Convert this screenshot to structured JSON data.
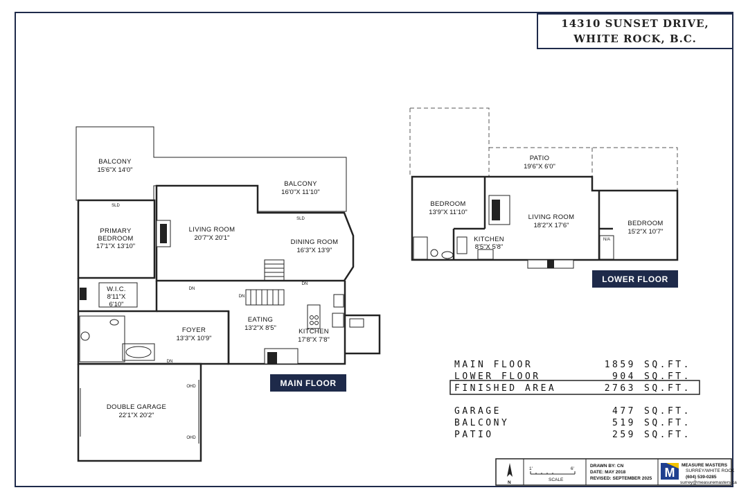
{
  "address": {
    "line1": "14310 SUNSET DRIVE,",
    "line2": "WHITE ROCK, B.C."
  },
  "main_floor": {
    "badge": "MAIN FLOOR",
    "rooms": [
      {
        "id": "balcony-1",
        "name": "BALCONY",
        "dims": "15'6\"X 14'0\""
      },
      {
        "id": "balcony-2",
        "name": "BALCONY",
        "dims": "16'0\"X 11'10\""
      },
      {
        "id": "primary-bedroom",
        "name": "PRIMARY",
        "name2": "BEDROOM",
        "dims": "17'1\"X 13'10\""
      },
      {
        "id": "living-room",
        "name": "LIVING ROOM",
        "dims": "20'7\"X 20'1\""
      },
      {
        "id": "dining-room",
        "name": "DINING ROOM",
        "dims": "16'3\"X 13'9\""
      },
      {
        "id": "wic",
        "name": "W.I.C.",
        "dims": "8'11\"X",
        "dims2": "6'10\""
      },
      {
        "id": "foyer",
        "name": "FOYER",
        "dims": "13'3\"X 10'9\""
      },
      {
        "id": "eating",
        "name": "EATING",
        "dims": "13'2\"X 8'5\""
      },
      {
        "id": "kitchen",
        "name": "KITCHEN",
        "dims": "17'8\"X 7'8\""
      },
      {
        "id": "double-garage",
        "name": "DOUBLE GARAGE",
        "dims": "22'1\"X 20'2\""
      }
    ],
    "marks": {
      "sld": "SLD",
      "dn": "DN",
      "ohd": "OHD"
    }
  },
  "lower_floor": {
    "badge": "LOWER FLOOR",
    "rooms": [
      {
        "id": "patio",
        "name": "PATIO",
        "dims": "19'6\"X 6'0\""
      },
      {
        "id": "bedroom-1",
        "name": "BEDROOM",
        "dims": "13'9\"X 11'10\""
      },
      {
        "id": "living-room",
        "name": "LIVING ROOM",
        "dims": "18'2\"X 17'6\""
      },
      {
        "id": "kitchen",
        "name": "KITCHEN",
        "dims": "8'5\"X 5'8\""
      },
      {
        "id": "bedroom-2",
        "name": "BEDROOM",
        "dims": "15'2\"X 10'7\""
      }
    ],
    "marks": {
      "na": "N/A"
    }
  },
  "areas": {
    "rows": [
      {
        "label": "MAIN FLOOR",
        "value": "1859",
        "unit": "SQ.FT."
      },
      {
        "label": "LOWER FLOOR",
        "value": "904",
        "unit": "SQ.FT."
      },
      {
        "label": "FINISHED AREA",
        "value": "2763",
        "unit": "SQ.FT.",
        "boxed": true
      },
      {
        "label": "GARAGE",
        "value": "477",
        "unit": "SQ.FT."
      },
      {
        "label": "BALCONY",
        "value": "519",
        "unit": "SQ.FT."
      },
      {
        "label": "PATIO",
        "value": "259",
        "unit": "SQ.FT."
      }
    ]
  },
  "title_block": {
    "north": "N",
    "scale_label": "SCALE",
    "scale_ticks": [
      "1'",
      "6'"
    ],
    "drawn_by": "DRAWN BY: CN",
    "date": "DATE: MAY 2018",
    "revised": "REVISED: SEPTEMBER 2025",
    "company": "MEASURE MASTERS",
    "company_sub": "SURREY/WHITE ROCK",
    "phone": "(604) 539-0285",
    "email": "surrey@measuremasters.ca",
    "logo_mark": "M"
  },
  "colors": {
    "badge_bg": "#1e2a4a",
    "border": "#1e2a4a",
    "logo_blue": "#1f3f8f",
    "logo_yellow": "#f2c200"
  }
}
